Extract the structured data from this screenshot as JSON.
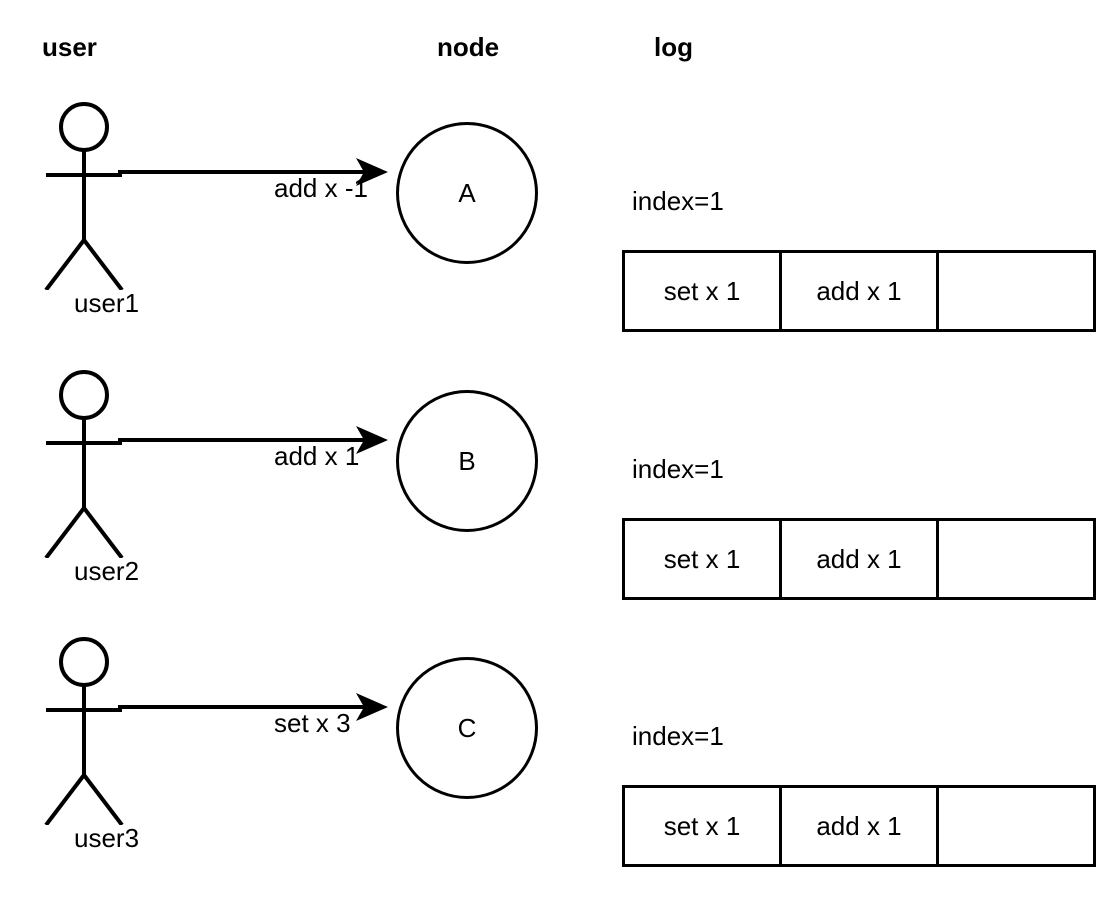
{
  "diagram": {
    "title": "user node log replicated state machine diagram",
    "stroke_color": "#000000",
    "background_color": "#ffffff",
    "headers": [
      {
        "id": "user",
        "label": "user"
      },
      {
        "id": "node",
        "label": "node"
      },
      {
        "id": "log",
        "label": "log"
      }
    ]
  },
  "rows": [
    {
      "actor": {
        "name": "user1",
        "icon": "stick-figure-icon"
      },
      "edge": {
        "label": "add x -1",
        "arrow": "arrow-right-icon"
      },
      "node": {
        "label": "A"
      },
      "log": {
        "index_label": "index=1",
        "index_value": 1,
        "entries": [
          {
            "text": "set x 1",
            "empty": false
          },
          {
            "text": "add x 1",
            "empty": false
          },
          {
            "text": "",
            "empty": true
          }
        ]
      }
    },
    {
      "actor": {
        "name": "user2",
        "icon": "stick-figure-icon"
      },
      "edge": {
        "label": "add x 1",
        "arrow": "arrow-right-icon"
      },
      "node": {
        "label": "B"
      },
      "log": {
        "index_label": "index=1",
        "index_value": 1,
        "entries": [
          {
            "text": "set x 1",
            "empty": false
          },
          {
            "text": "add x 1",
            "empty": false
          },
          {
            "text": "",
            "empty": true
          }
        ]
      }
    },
    {
      "actor": {
        "name": "user3",
        "icon": "stick-figure-icon"
      },
      "edge": {
        "label": "set x 3",
        "arrow": "arrow-right-icon"
      },
      "node": {
        "label": "C"
      },
      "log": {
        "index_label": "index=1",
        "index_value": 1,
        "entries": [
          {
            "text": "set x 1",
            "empty": false
          },
          {
            "text": "add x 1",
            "empty": false
          },
          {
            "text": "",
            "empty": true
          }
        ]
      }
    }
  ]
}
